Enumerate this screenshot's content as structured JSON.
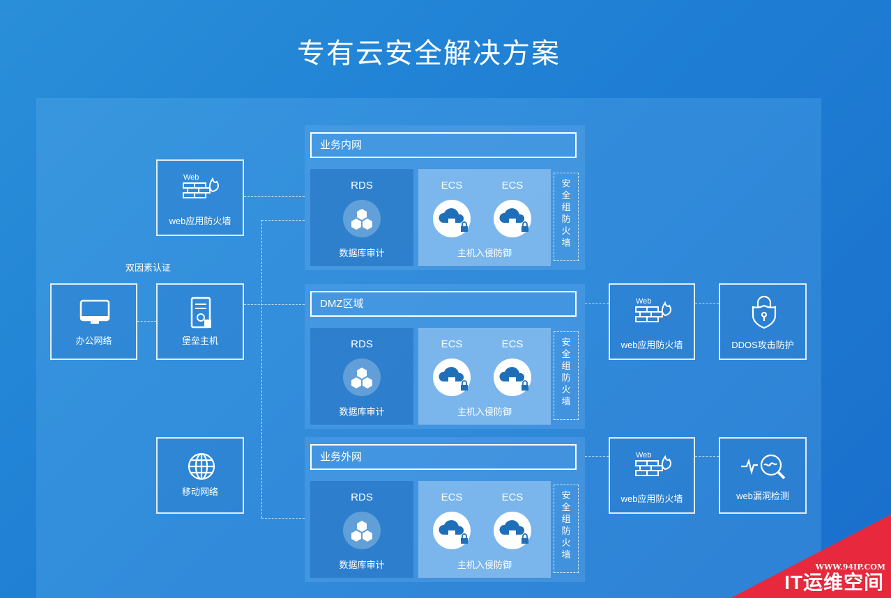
{
  "title": "专有云安全解决方案",
  "left": {
    "waf_label": "web应用防火墙",
    "two_factor_label": "双因素认证",
    "office_label": "办公网络",
    "bastion_label": "堡垒主机",
    "mobile_label": "移动网络"
  },
  "zones": [
    {
      "title": "业务内网",
      "rds": "RDS",
      "db_audit": "数据库审计",
      "ecs1": "ECS",
      "ecs2": "ECS",
      "hids": "主机入侵防御",
      "sg": [
        "安",
        "全",
        "组",
        "防",
        "火",
        "墙"
      ]
    },
    {
      "title": "DMZ区域",
      "rds": "RDS",
      "db_audit": "数据库审计",
      "ecs1": "ECS",
      "ecs2": "ECS",
      "hids": "主机入侵防御",
      "sg": [
        "安",
        "全",
        "组",
        "防",
        "火",
        "墙"
      ]
    },
    {
      "title": "业务外网",
      "rds": "RDS",
      "db_audit": "数据库审计",
      "ecs1": "ECS",
      "ecs2": "ECS",
      "hids": "主机入侵防御",
      "sg": [
        "安",
        "全",
        "组",
        "防",
        "火",
        "墙"
      ]
    }
  ],
  "right": {
    "waf1_label": "web应用防火墙",
    "ddos_label": "DDOS攻击防护",
    "waf2_label": "web应用防火墙",
    "vuln_label": "web漏洞检测"
  },
  "icon_text": "Web",
  "watermark": {
    "url": "WWW.94IP.COM",
    "name": "IT运维空间"
  },
  "colors": {
    "watermark_red": "#e8283c",
    "bg_start": "#2a8fd9",
    "bg_end": "#1a6fcc"
  }
}
